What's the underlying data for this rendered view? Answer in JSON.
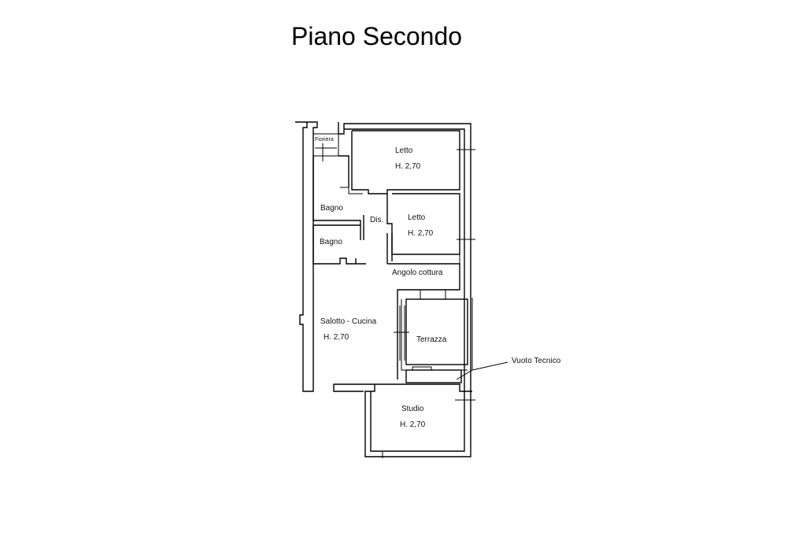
{
  "title": "Piano Secondo",
  "rooms": {
    "fioriera": "Fioriera",
    "letto1": "Letto",
    "letto1_h": "H. 2,70",
    "letto2": "Letto",
    "letto2_h": "H. 2,70",
    "bagno1": "Bagno",
    "bagno2": "Bagno",
    "dis": "Dis.",
    "angolo_cottura": "Angolo cottura",
    "salotto": "Salotto - Cucina",
    "salotto_h": "H. 2,70",
    "terrazza": "Terrazza",
    "vuoto_tecnico": "Vuoto Tecnico",
    "studio": "Studio",
    "studio_h": "H. 2,70"
  }
}
